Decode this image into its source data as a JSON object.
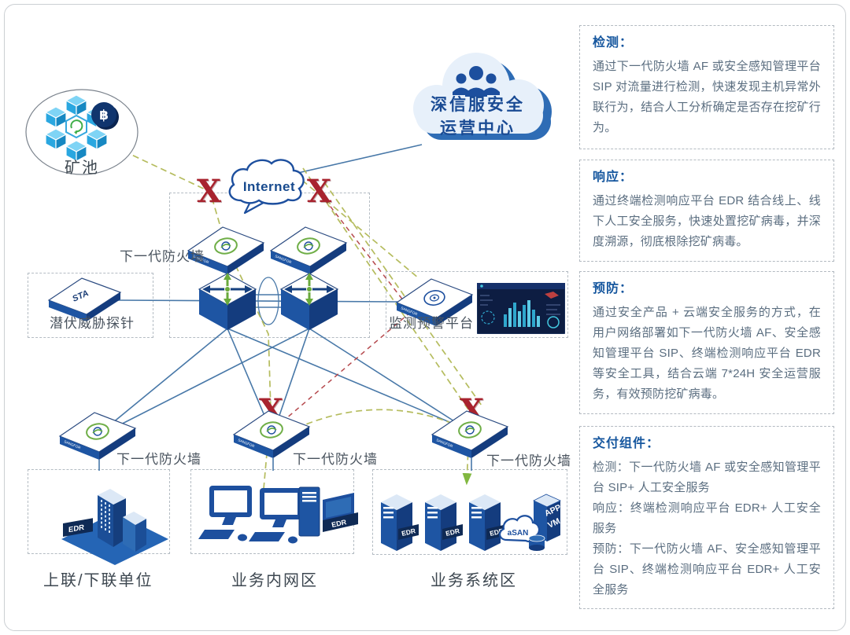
{
  "palette": {
    "navy": "#1d4f9e",
    "device_blue": "#1e55a3",
    "device_dark": "#143c7e",
    "line_blue": "#4878a8",
    "x_red": "#a8232e",
    "dashed_red": "#b5494d",
    "dashed_olive": "#b5bc5e",
    "arrow_green": "#82b840",
    "heading_blue": "#15569e",
    "body_text": "#5b6e80",
    "cube_blue": "#2aa7e0"
  },
  "diagram": {
    "mining_pool": {
      "label": "矿池",
      "currency_symbol": "฿"
    },
    "soc_cloud": {
      "line1": "深信服安全",
      "line2": "运营中心"
    },
    "internet_label": "Internet",
    "x_mark": "X",
    "ngfw_label": "下一代防火墙",
    "device_brand": "SANGFOR",
    "sta": {
      "device_label": "STA",
      "zone_label": "潜伏威胁探针"
    },
    "monitor_zone_label": "监测预警平台",
    "zones": {
      "uplink": "上联/下联单位",
      "intranet": "业务内网区",
      "system": "业务系统区"
    },
    "edr_label": "EDR",
    "asan_label": "aSAN",
    "app_label": "APP",
    "vm_label": "VM"
  },
  "right_panel": {
    "sections": [
      {
        "title": "检测：",
        "body": "通过下一代防火墙 AF 或安全感知管理平台 SIP 对流量进行检测，快速发现主机异常外联行为，结合人工分析确定是否存在挖矿行为。"
      },
      {
        "title": "响应：",
        "body": "通过终端检测响应平台 EDR 结合线上、线下人工安全服务，快速处置挖矿病毒，并深度溯源，彻底根除挖矿病毒。"
      },
      {
        "title": "预防：",
        "body": "通过安全产品 + 云端安全服务的方式，在用户网络部署如下一代防火墙 AF、安全感知管理平台 SIP、终端检测响应平台 EDR 等安全工具，结合云端 7*24H 安全运营服务，有效预防挖矿病毒。"
      },
      {
        "title": "交付组件：",
        "lines": [
          "检测：下一代防火墙 AF 或安全感知管理平台 SIP+ 人工安全服务",
          "响应：终端检测响应平台 EDR+ 人工安全服务",
          "预防：下一代防火墙 AF、安全感知管理平台 SIP、终端检测响应平台 EDR+ 人工安全服务"
        ]
      }
    ]
  }
}
